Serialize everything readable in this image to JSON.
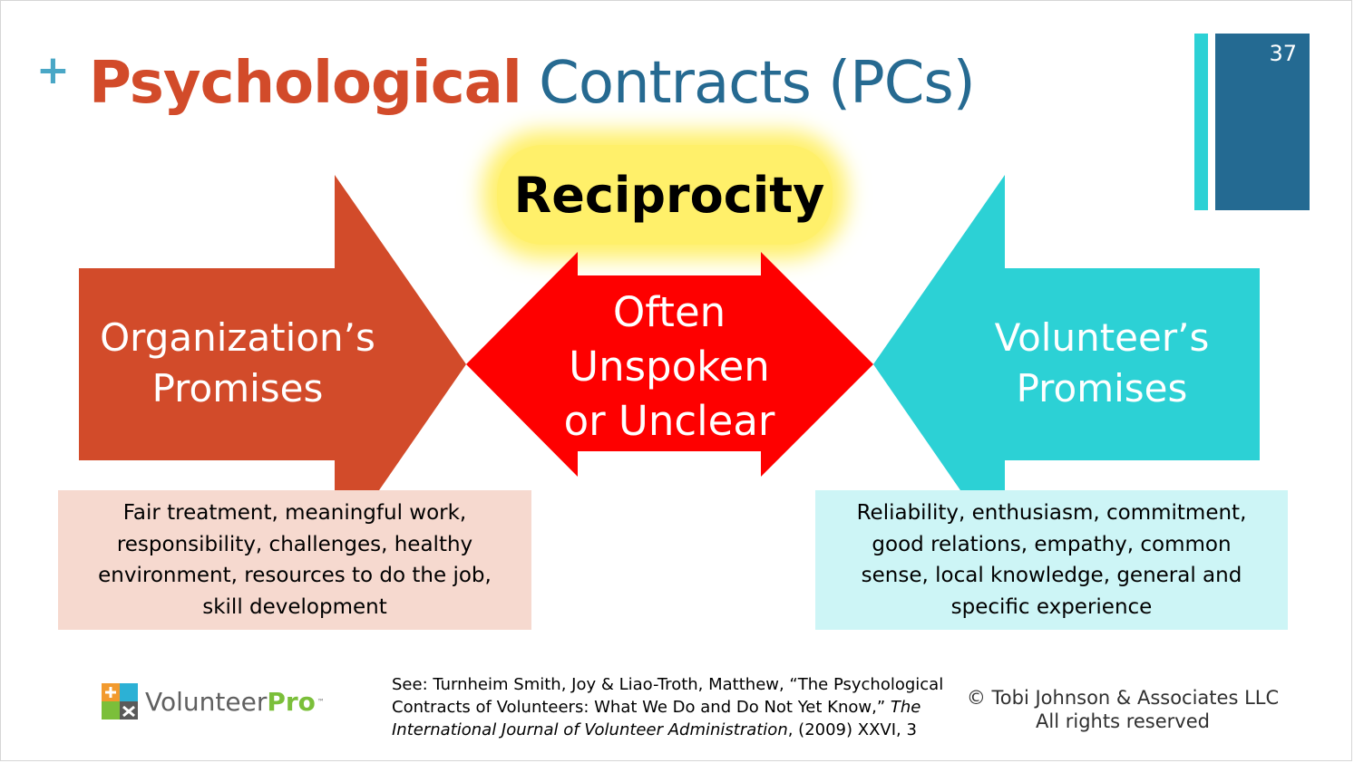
{
  "slide": {
    "number": "37",
    "title_part1": "Psychological",
    "title_part2": "Contracts (PCs)",
    "plus_glyph": "+"
  },
  "diagram": {
    "highlight": "Reciprocity",
    "left_arrow": {
      "line1": "Organization’s",
      "line2": "Promises",
      "color": "#d24b2a"
    },
    "center_arrow": {
      "line1": "Often",
      "line2": "Unspoken",
      "line3": "or Unclear",
      "color": "#fe0000"
    },
    "right_arrow": {
      "line1": "Volunteer’s",
      "line2": "Promises",
      "color": "#2cd1d5"
    },
    "left_box": {
      "line1": "Fair treatment, meaningful work,",
      "line2": "responsibility, challenges, healthy",
      "line3": "environment, resources to do the job,",
      "line4": "skill development"
    },
    "right_box": {
      "line1": "Reliability, enthusiasm, commitment,",
      "line2": "good relations, empathy, common",
      "line3": "sense, local knowledge, general and",
      "line4": "specific experience"
    }
  },
  "footer": {
    "logo_word1": "Volunteer",
    "logo_word2": "Pro",
    "logo_tm": "™",
    "citation_line1": "See: Turnheim Smith, Joy & Liao-Troth, Matthew, “The Psychological",
    "citation_line2_normal": "Contracts of Volunteers: What We Do and Do Not Yet Know,” ",
    "citation_line2_italic": "The",
    "citation_line3_italic": "International Journal of Volunteer Administration",
    "citation_line3_normal": ", (2009) XXVI, 3",
    "copyright_line1": "© Tobi Johnson & Associates LLC",
    "copyright_line2": "All rights reserved"
  },
  "colors": {
    "title_orange": "#d24b2a",
    "title_blue": "#266a91",
    "accent_cyan": "#2cd1d5",
    "accent_navy": "#246a92",
    "highlight_yellow": "#fff06a"
  }
}
